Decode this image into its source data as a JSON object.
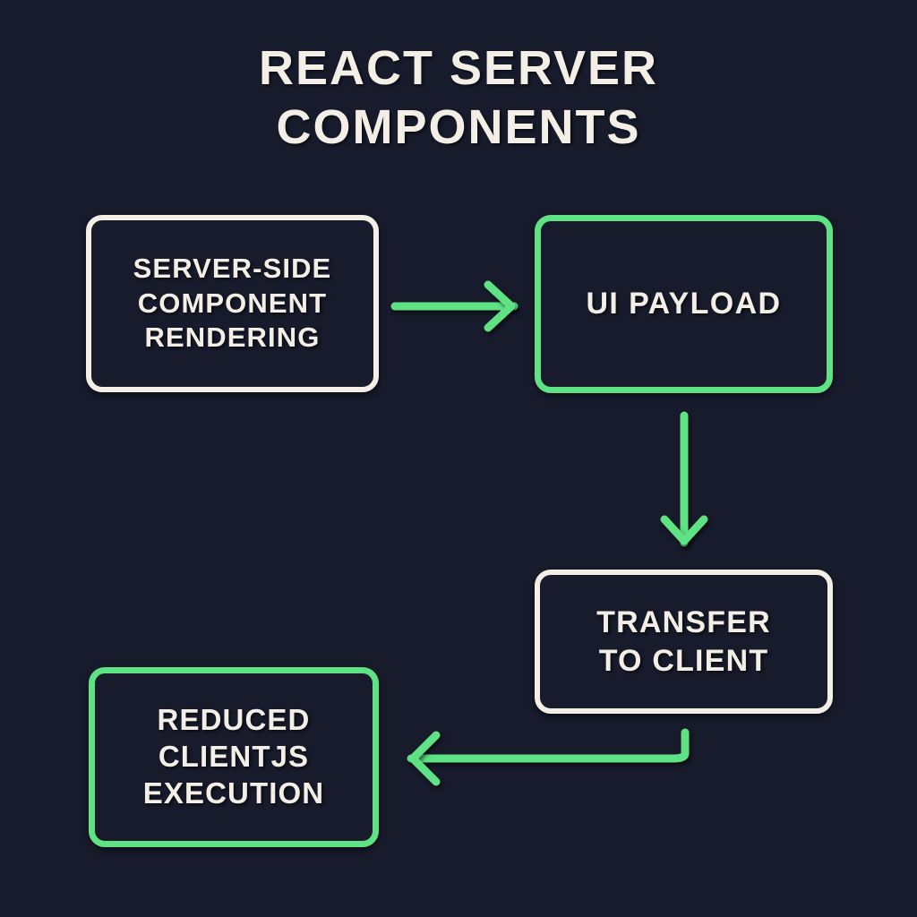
{
  "page": {
    "title": "REACT SERVER\nCOMPONENTS",
    "background_color": "#171b2b",
    "accent_color": "#5fe283",
    "text_color": "#f3efe6"
  },
  "diagram": {
    "type": "flowchart",
    "nodes": [
      {
        "id": "server-render",
        "label": "SERVER-SIDE\nCOMPONENT\nRENDERING",
        "border_color": "#f3efe6"
      },
      {
        "id": "ui-payload",
        "label": "UI PAYLOAD",
        "border_color": "#5fe283"
      },
      {
        "id": "transfer",
        "label": "TRANSFER\nTO CLIENT",
        "border_color": "#f3efe6"
      },
      {
        "id": "reduced-js",
        "label": "REDUCED\nCLIENTJS\nEXECUTION",
        "border_color": "#5fe283"
      }
    ],
    "edges": [
      {
        "id": "edge-1",
        "from": "server-render",
        "to": "ui-payload",
        "direction": "right",
        "color": "#5fe283"
      },
      {
        "id": "edge-2",
        "from": "ui-payload",
        "to": "transfer",
        "direction": "down",
        "color": "#5fe283"
      },
      {
        "id": "edge-3",
        "from": "transfer",
        "to": "reduced-js",
        "direction": "left",
        "color": "#5fe283"
      }
    ]
  }
}
